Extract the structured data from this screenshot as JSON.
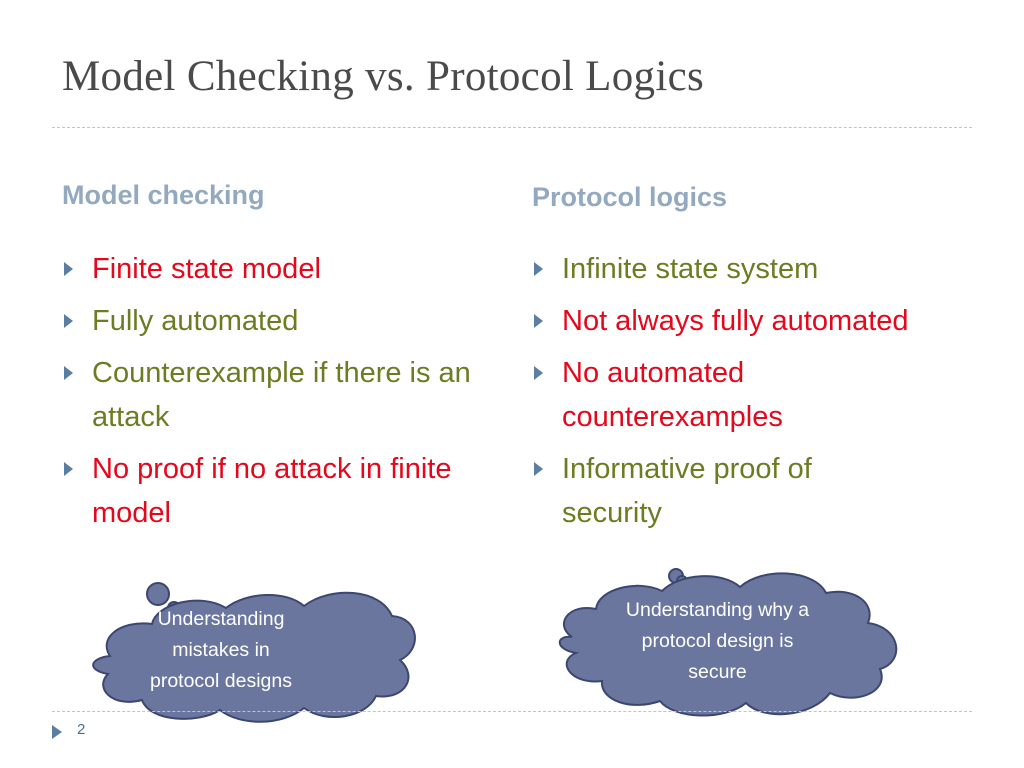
{
  "slide": {
    "title": "Model Checking vs. Protocol Logics",
    "page_number": "2"
  },
  "left_column": {
    "heading": "Model checking",
    "bullets": [
      {
        "text": "Finite state model",
        "color": "#e4081c"
      },
      {
        "text": "Fully automated",
        "color": "#6b7d22"
      },
      {
        "text": "Counterexample if there is an attack",
        "color": "#6b7d22"
      },
      {
        "text": "No proof if no attack in finite model",
        "color": "#e4081c"
      }
    ]
  },
  "right_column": {
    "heading": "Protocol logics",
    "bullets": [
      {
        "text": "Infinite state system",
        "color": "#6b7d22"
      },
      {
        "text": "Not always fully automated",
        "color": "#e4081c"
      },
      {
        "text": "No automated counterexamples",
        "color": "#e4081c"
      },
      {
        "text": "Informative proof of security",
        "color": "#6b7d22"
      }
    ]
  },
  "callouts": {
    "left": "Understanding mistakes in protocol designs",
    "right": "Understanding why a protocol design is secure"
  },
  "colors": {
    "title": "#4a4a4a",
    "heading": "#93a9bf",
    "cloud_fill": "#6a769e",
    "cloud_stroke": "#3b4770",
    "bullet_arrow": "#5b7fa3"
  }
}
